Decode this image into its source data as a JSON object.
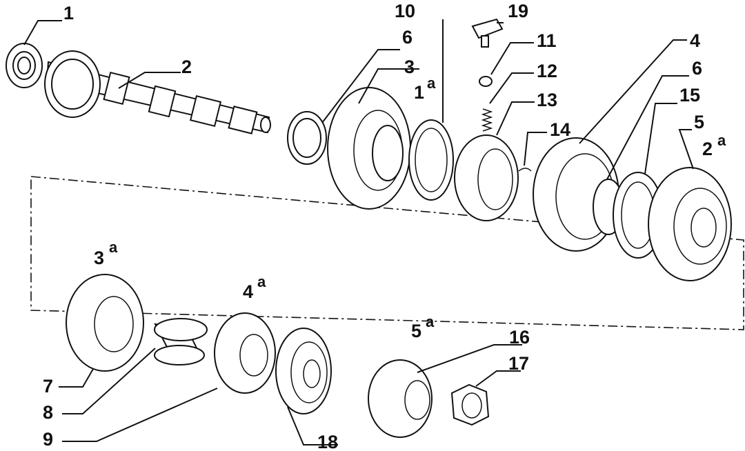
{
  "callouts": {
    "c1": {
      "num": "1"
    },
    "c2": {
      "num": "2"
    },
    "c3": {
      "num": "3"
    },
    "c4": {
      "num": "4"
    },
    "c5": {
      "num": "5"
    },
    "c6a": {
      "num": "6"
    },
    "c6b": {
      "num": "6"
    },
    "c7": {
      "num": "7"
    },
    "c8": {
      "num": "8"
    },
    "c9": {
      "num": "9"
    },
    "c10": {
      "num": "10"
    },
    "c11": {
      "num": "11"
    },
    "c12": {
      "num": "12"
    },
    "c13": {
      "num": "13"
    },
    "c14": {
      "num": "14"
    },
    "c15": {
      "num": "15"
    },
    "c16": {
      "num": "16"
    },
    "c17": {
      "num": "17"
    },
    "c18": {
      "num": "18"
    },
    "c19": {
      "num": "19"
    }
  },
  "detail_labels": {
    "d1a": {
      "num": "1",
      "sup": "a"
    },
    "d2a": {
      "num": "2",
      "sup": "a"
    },
    "d3a": {
      "num": "3",
      "sup": "a"
    },
    "d4a": {
      "num": "4",
      "sup": "a"
    },
    "d5a": {
      "num": "5",
      "sup": "a"
    }
  }
}
